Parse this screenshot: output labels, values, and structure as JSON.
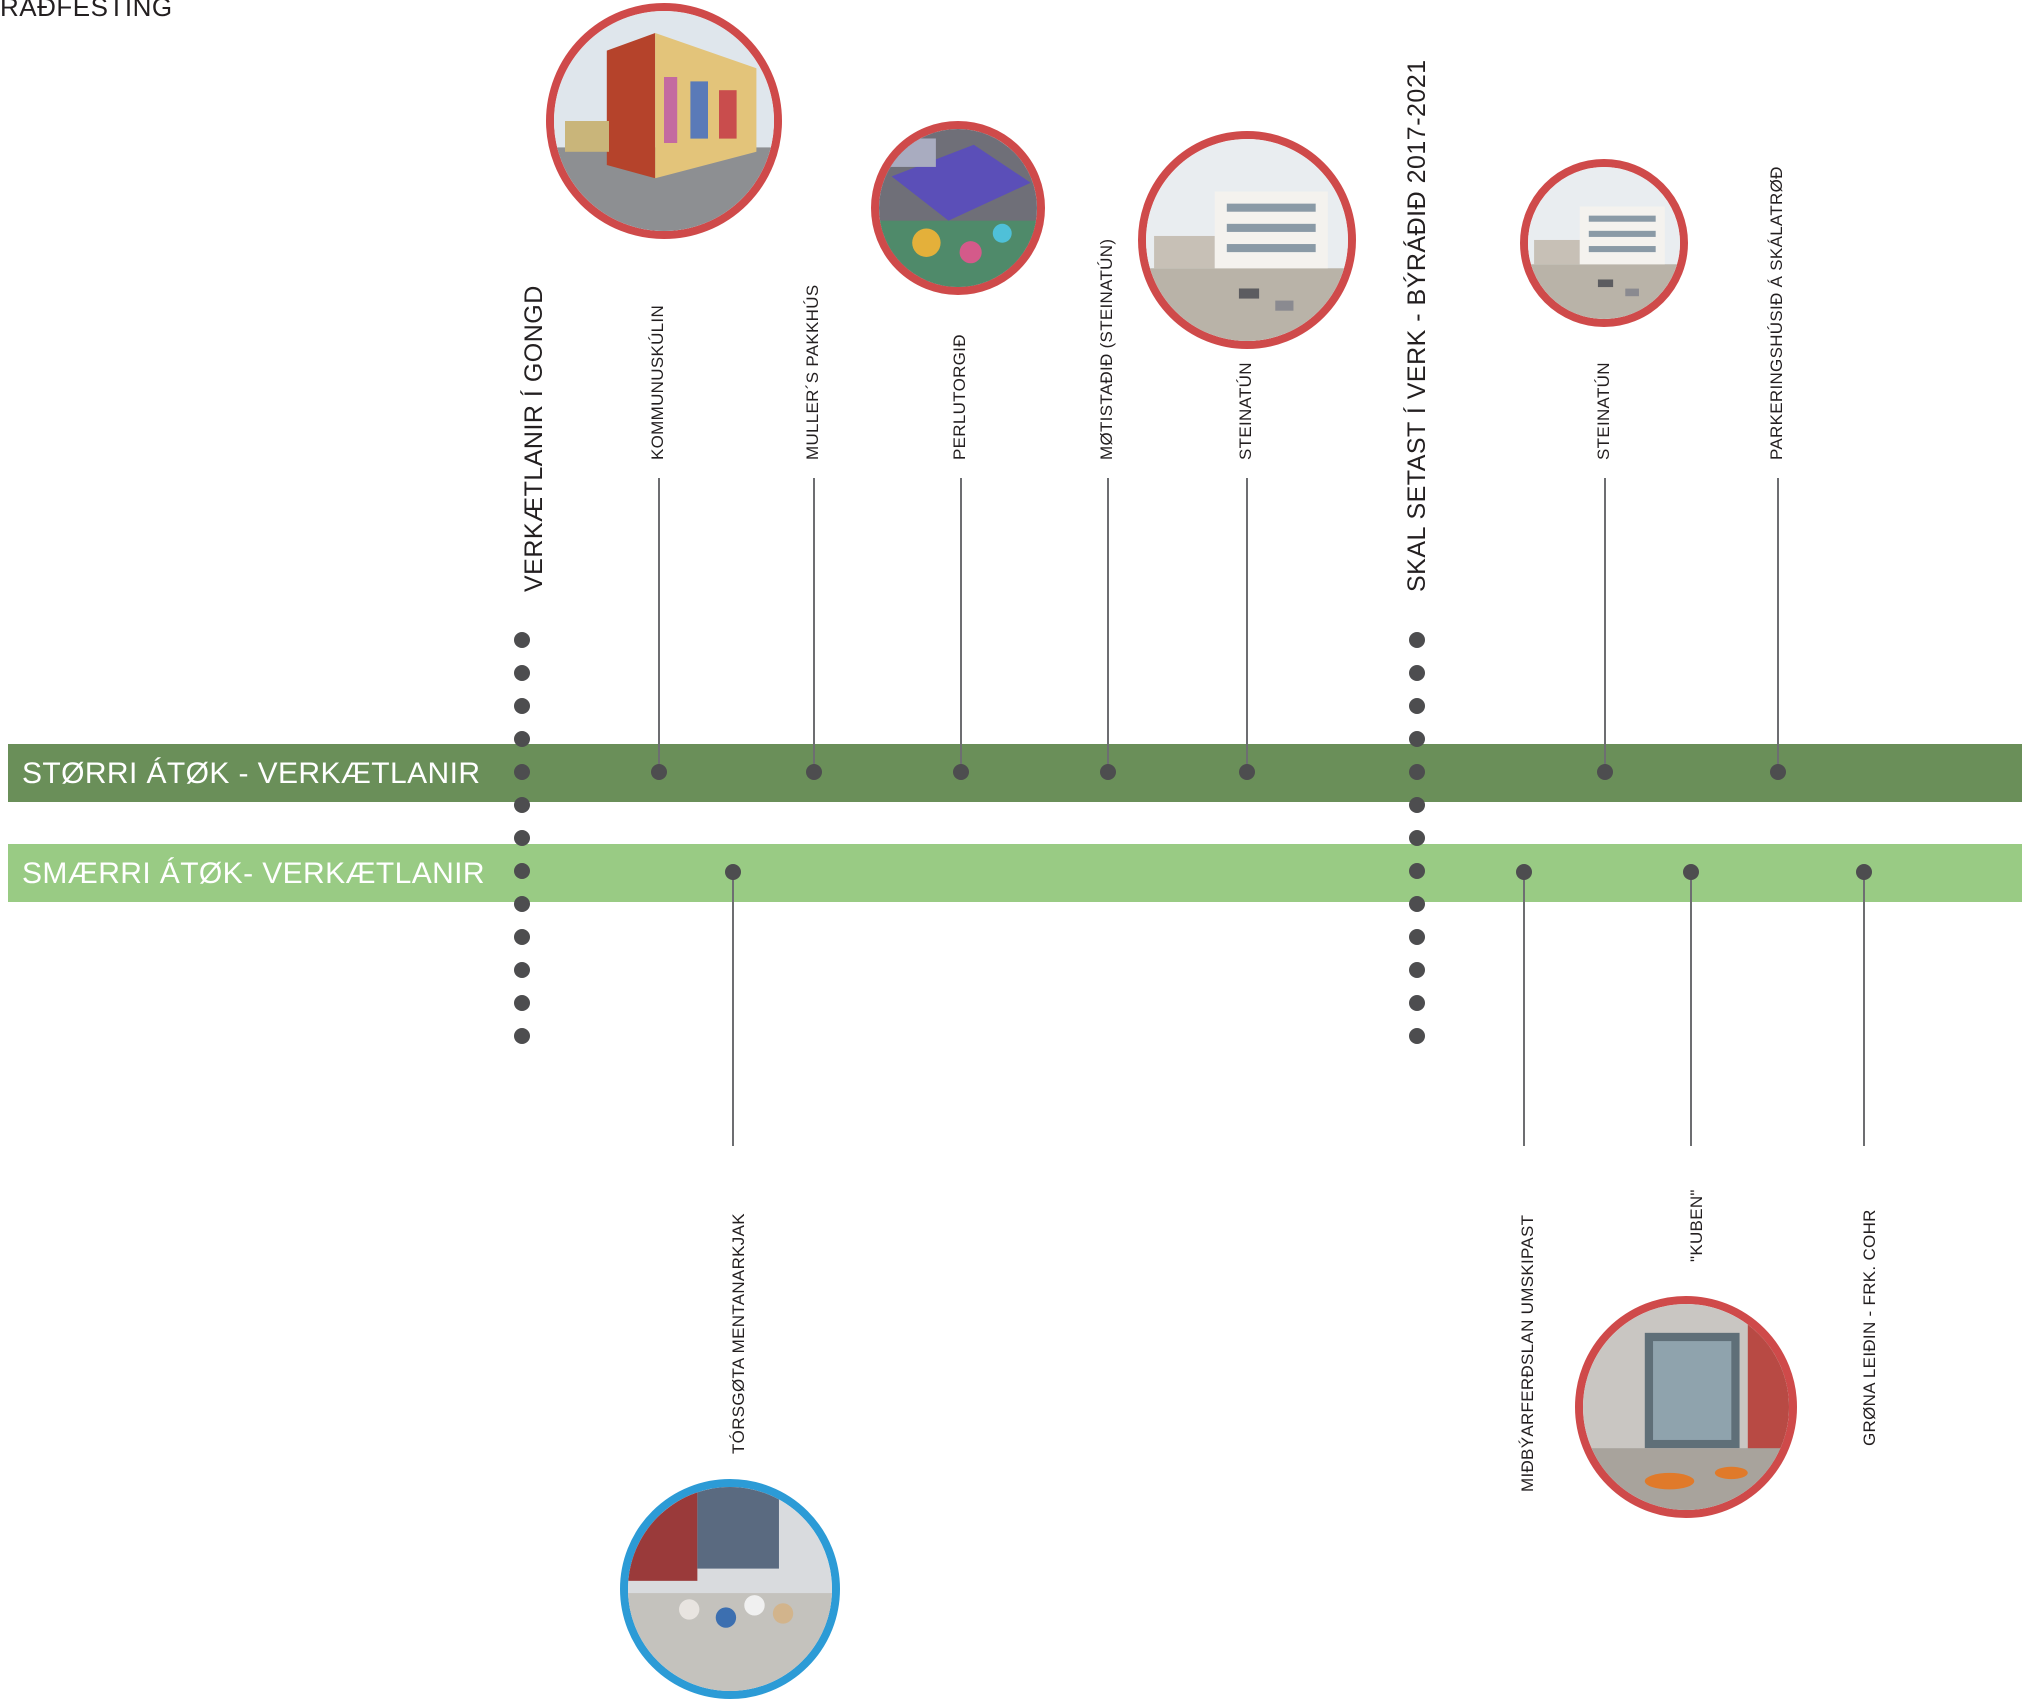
{
  "title": "RAÐFESTING",
  "bands": {
    "major_label": "STØRRI ÁTØK - VERKÆTLANIR",
    "minor_label": "SMÆRRI ÁTØK- VERKÆTLANIR"
  },
  "phases": {
    "ongoing_label": "VERKÆTLANIR Í GONGD",
    "planned_label": "SKAL SETAST Í VERK - BÝRÁÐIÐ 2017-2021"
  },
  "major_projects": [
    {
      "label": "KOMMUNUSKÚLIN",
      "photo": "school-building"
    },
    {
      "label": "MULLER´S PAKKHÚS"
    },
    {
      "label": "PERLUTORGIÐ",
      "photo": "colorful-square"
    },
    {
      "label": "MØTISTAÐIÐ (STEINATÚN)"
    },
    {
      "label": "STEINATÚN",
      "photo": "street-building"
    },
    {
      "label": "STEINATÚN",
      "photo": "street-building"
    },
    {
      "label": "PARKERINGSHÚSIÐ Á SKÁLATRØÐ"
    }
  ],
  "minor_projects": [
    {
      "label": "TÓRSGØTA MENTANARKJAK",
      "photo": "street-festival"
    },
    {
      "label": "MIÐBÝARFERÐSLAN UMSKIPAST"
    },
    {
      "label": "\"KUBEN\"",
      "photo": "glass-cube-plaza"
    },
    {
      "label": "GRØNA LEIÐIN - FRK. COHR"
    }
  ],
  "colors": {
    "major_band": "#6a8f59",
    "minor_band": "#99cb84",
    "ring_red": "#cf4a4a",
    "ring_blue": "#2c9bd6",
    "dot": "#4d4d4f"
  }
}
